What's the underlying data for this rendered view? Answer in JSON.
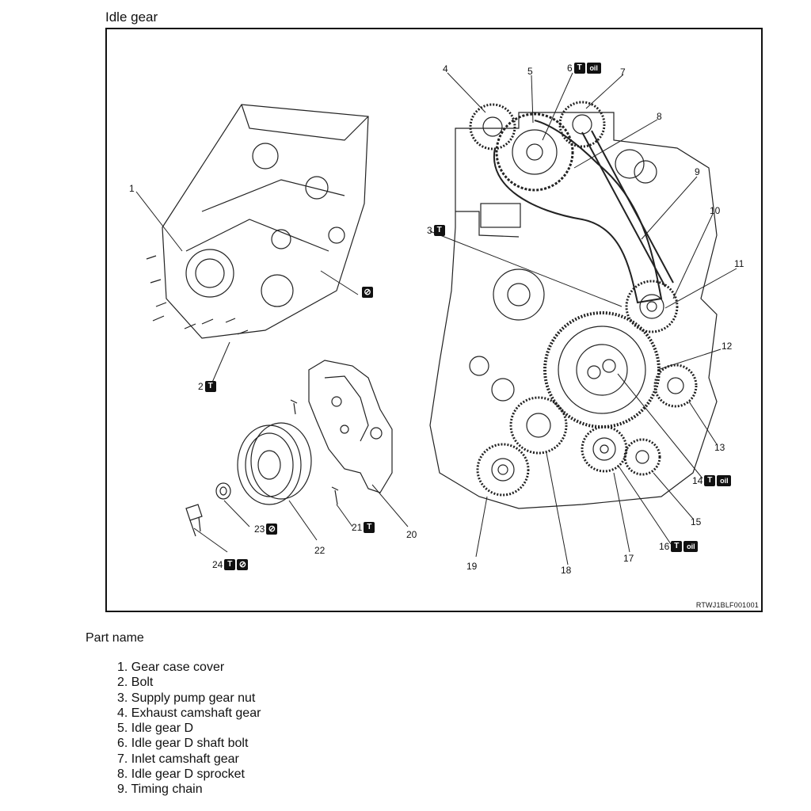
{
  "title": "Idle gear",
  "figure_ref": "RTWJ1BLF001001",
  "symbols": {
    "torque": "T",
    "no_reuse": "⊘",
    "oil": "oil"
  },
  "callouts": [
    {
      "num": "1"
    },
    {
      "num": "2"
    },
    {
      "num": "3"
    },
    {
      "num": "4"
    },
    {
      "num": "5"
    },
    {
      "num": "6"
    },
    {
      "num": "7"
    },
    {
      "num": "8"
    },
    {
      "num": "9"
    },
    {
      "num": "10"
    },
    {
      "num": "11"
    },
    {
      "num": "12"
    },
    {
      "num": "13"
    },
    {
      "num": "14"
    },
    {
      "num": "15"
    },
    {
      "num": "16"
    },
    {
      "num": "17"
    },
    {
      "num": "18"
    },
    {
      "num": "19"
    },
    {
      "num": "20"
    },
    {
      "num": "21"
    },
    {
      "num": "22"
    },
    {
      "num": "23"
    },
    {
      "num": "24"
    }
  ],
  "section_title": "Part name",
  "parts": [
    "1. Gear case cover",
    "2. Bolt",
    "3. Supply pump gear nut",
    "4. Exhaust camshaft gear",
    "5. Idle gear D",
    "6. Idle gear D shaft bolt",
    "7. Inlet camshaft gear",
    "8. Idle gear D sprocket",
    "9. Timing chain"
  ]
}
